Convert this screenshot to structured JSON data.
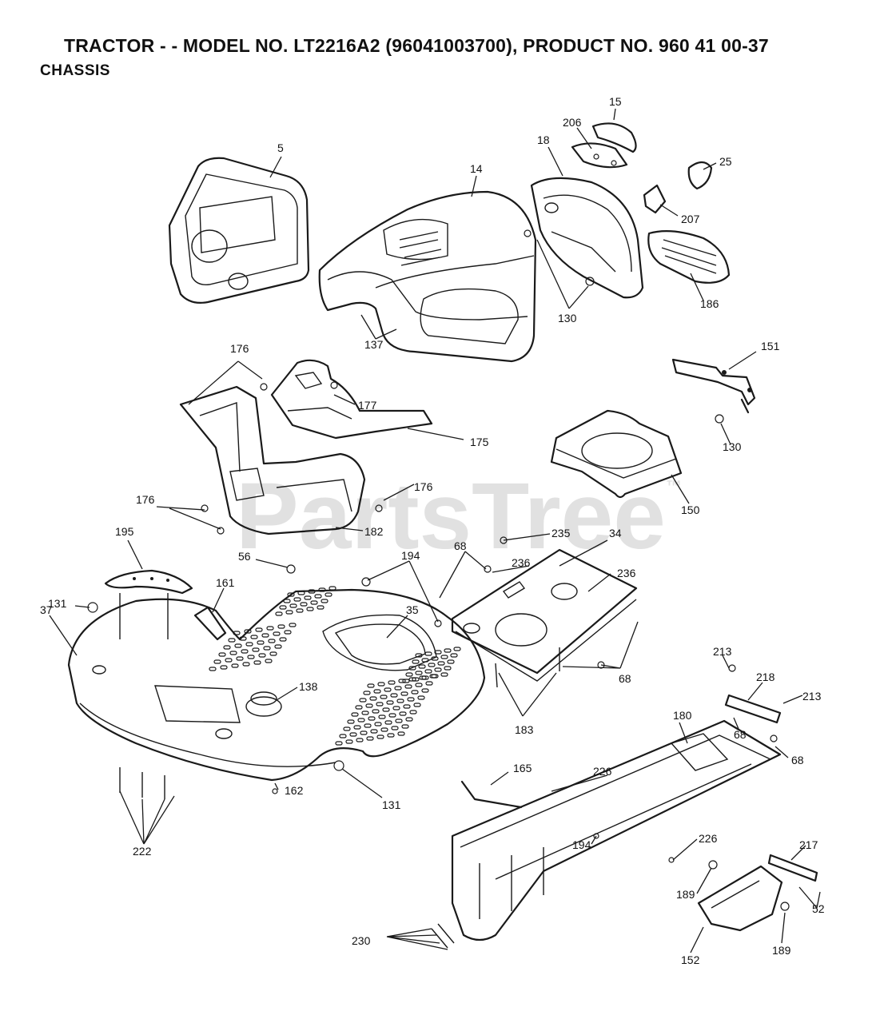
{
  "title": "TRACTOR - - MODEL NO. LT2216A2 (96041003700), PRODUCT NO. 960 41 00-37",
  "subtitle": "CHASSIS",
  "watermark": "PartsTree",
  "watermark_mark": "™",
  "callouts": {
    "c5": "5",
    "c14": "14",
    "c15": "15",
    "c18": "18",
    "c25": "25",
    "c206": "206",
    "c207": "207",
    "c186": "186",
    "c130a": "130",
    "c137": "137",
    "c151": "151",
    "c130b": "130",
    "c176a": "176",
    "c177": "177",
    "c175": "175",
    "c176b": "176",
    "c176c": "176",
    "c182": "182",
    "c150": "150",
    "c195": "195",
    "c56": "56",
    "c194a": "194",
    "c161": "161",
    "c131a": "131",
    "c37": "37",
    "c35": "35",
    "c68a": "68",
    "c235": "235",
    "c34": "34",
    "c236a": "236",
    "c236b": "236",
    "c138": "138",
    "c68b": "68",
    "c183": "183",
    "c213a": "213",
    "c218": "218",
    "c213b": "213",
    "c180": "180",
    "c68c": "68",
    "c68d": "68",
    "c162": "162",
    "c131b": "131",
    "c165": "165",
    "c226a": "226",
    "c194b": "194",
    "c226b": "226",
    "c217": "217",
    "c222": "222",
    "c189a": "189",
    "c52": "52",
    "c230": "230",
    "c152": "152",
    "c189b": "189"
  }
}
